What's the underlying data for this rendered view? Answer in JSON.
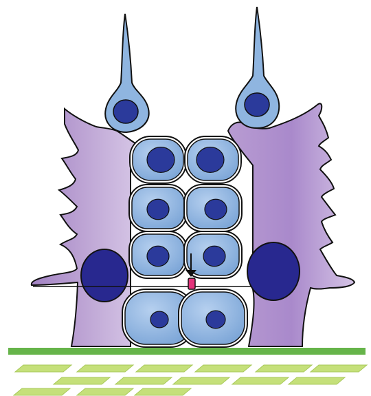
{
  "colors": {
    "background": "#ffffff",
    "support_cell_fill": "#b79cd0",
    "support_cell_shade": "#9c7cbc",
    "support_nucleus": "#28288f",
    "blue_cell_fill": "#8fb5e0",
    "blue_cell_light": "#b3cdee",
    "blue_nucleus": "#2b3a9b",
    "outline": "#111111",
    "membrane_line": "#66b44a",
    "fiber_fill": "#c5e07a",
    "junction_marker": "#e2337a",
    "arrow": "#111111"
  },
  "diagram": {
    "components": [
      "support-cell-left",
      "support-cell-right",
      "sensory-neuron-left",
      "sensory-neuron-right",
      "precursor-cell-column-left",
      "precursor-cell-column-right",
      "basal-membrane",
      "collagen-fibers",
      "junction-marker",
      "junction-arrow"
    ],
    "precursor_cells_per_column": 4,
    "fiber_count": 14
  }
}
